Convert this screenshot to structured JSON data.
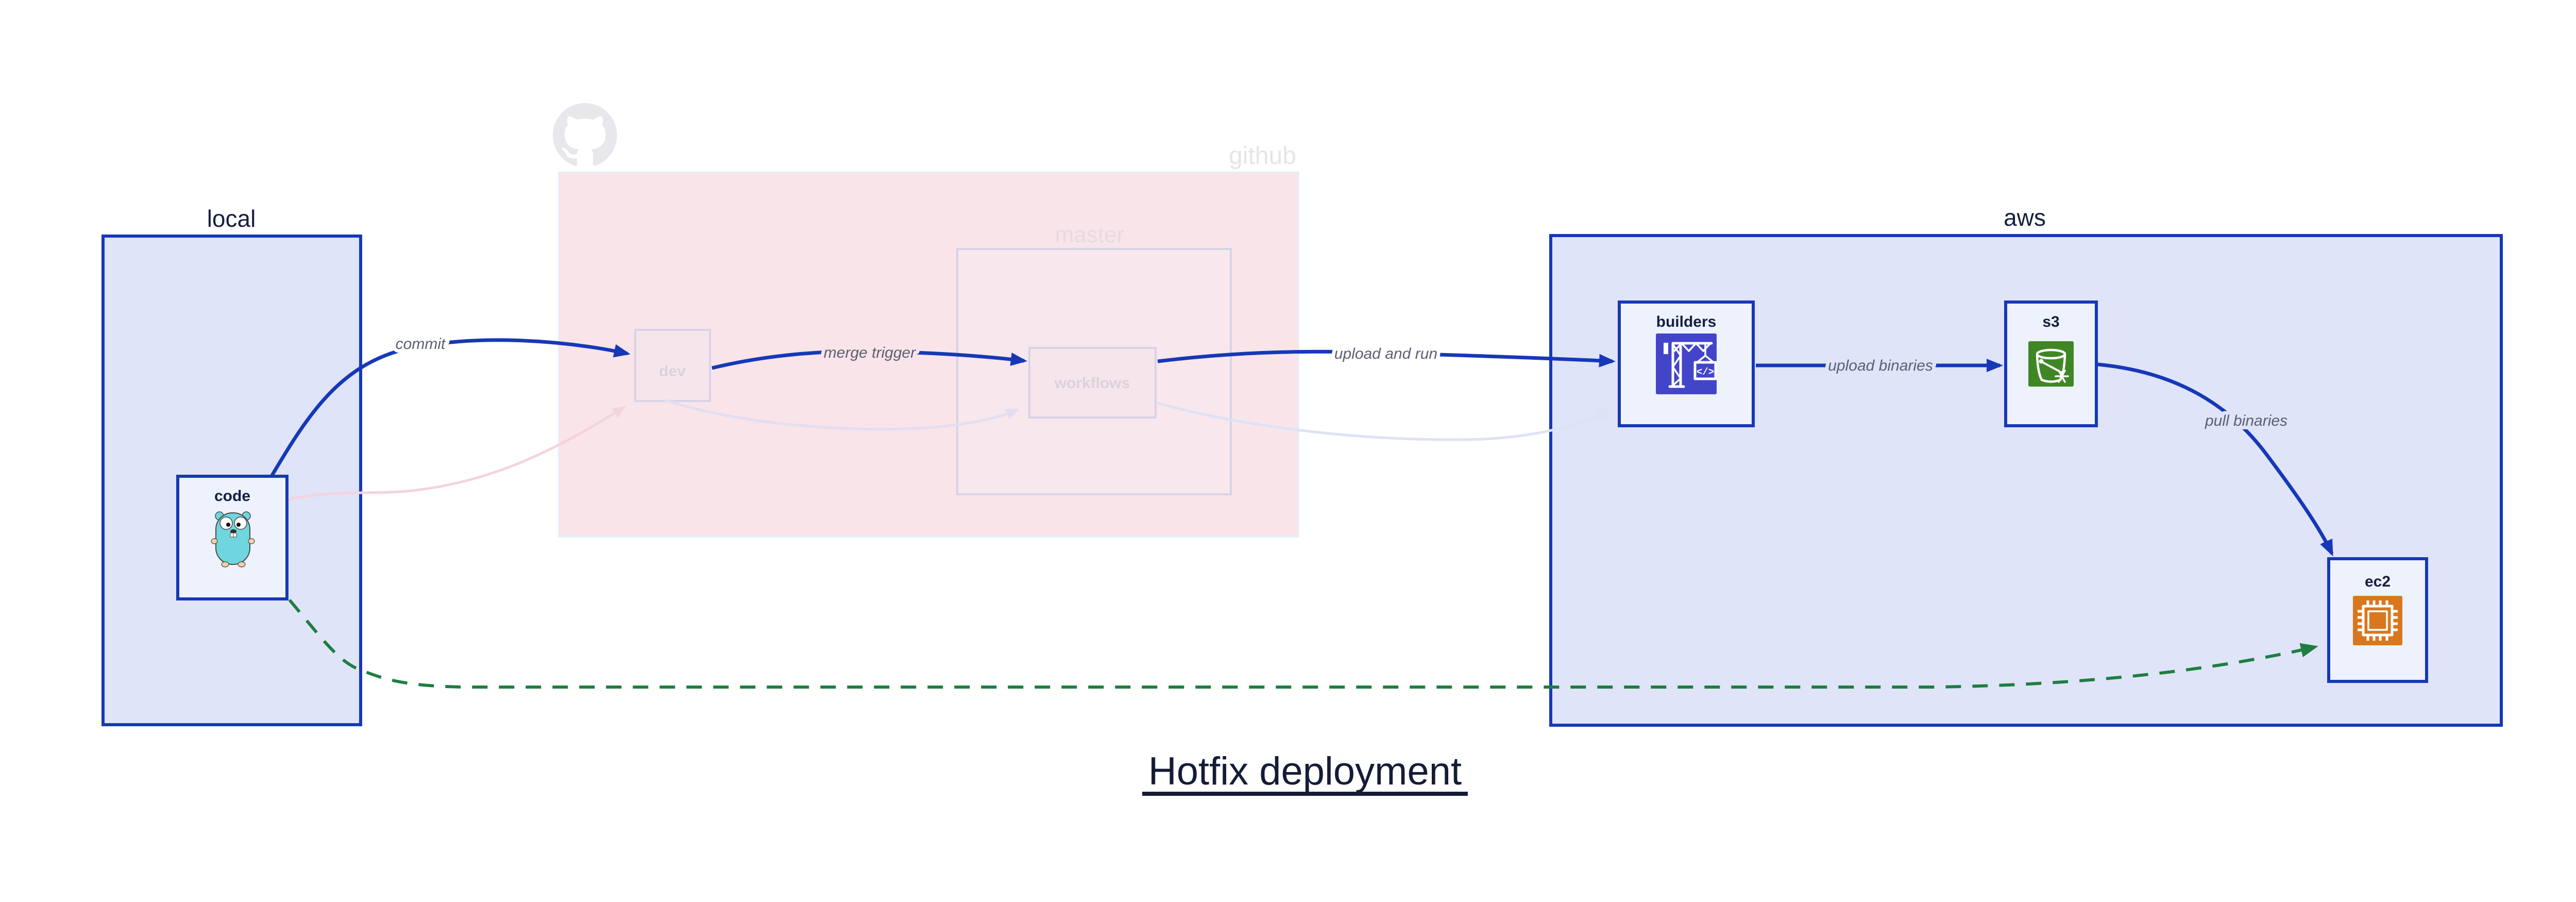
{
  "title": {
    "text": "Hotfix deployment"
  },
  "groups": {
    "local": {
      "label": "local"
    },
    "github": {
      "label": "github"
    },
    "master": {
      "label": "master"
    },
    "aws": {
      "label": "aws"
    }
  },
  "nodes": {
    "code": {
      "label": "code"
    },
    "dev": {
      "label": "dev"
    },
    "workflows": {
      "label": "workflows"
    },
    "builders": {
      "label": "builders"
    },
    "s3": {
      "label": "s3"
    },
    "ec2": {
      "label": "ec2"
    }
  },
  "edges": {
    "commit": {
      "label": "commit"
    },
    "merge_trigger": {
      "label": "merge trigger"
    },
    "upload_and_run": {
      "label": "upload and run"
    },
    "upload_binaries": {
      "label": "upload binaries"
    },
    "pull_binaries": {
      "label": "pull binaries"
    }
  },
  "icons": {
    "code": "go-gopher-icon",
    "github": "octocat-icon",
    "builders": "codebuild-crane-icon",
    "s3": "s3-bucket-snowflake-icon",
    "ec2": "ec2-chip-icon"
  },
  "colors": {
    "accent_blue": "#1638b8",
    "navy_text": "#15203e",
    "group_fill": "#dfe4f8",
    "node_fill": "#eef2fc",
    "github_fill": "#f9e4ea",
    "muted_border": "#d8d3e6",
    "muted_text": "#dcd2de",
    "edge_label_gray": "#5a6072",
    "hotfix_green": "#1e7e3f",
    "builders_icon_bg": "#4345c9",
    "s3_icon_bg": "#3f8624",
    "ec2_icon_bg": "#d9771e",
    "gopher_teal": "#6fd5de"
  }
}
